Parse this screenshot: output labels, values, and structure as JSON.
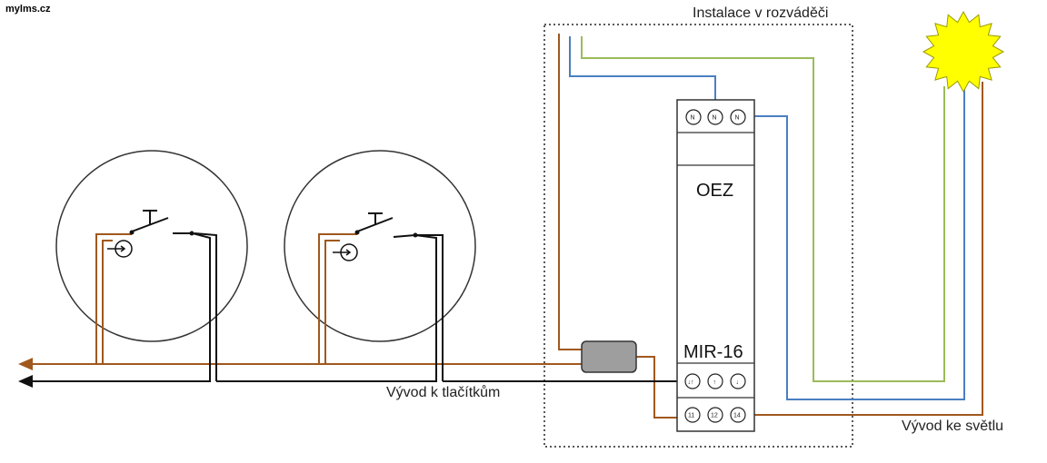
{
  "labels": {
    "site": "mylms.cz",
    "cabinet_title": "Instalace v rozváděči",
    "output_buttons": "Vývod k tlačítkům",
    "output_light": "Vývod ke světlu"
  },
  "device": {
    "brand": "OEZ",
    "model": "MIR-16",
    "top_terminals": [
      "N",
      "N",
      "N"
    ],
    "control_terminals": [
      "↓↑",
      "↑",
      "↓"
    ],
    "output_terminals": [
      "11",
      "12",
      "14"
    ]
  },
  "colors": {
    "phase": "#a0581e",
    "neutral": "#4a7fc1",
    "earth": "#9bbb59",
    "control": "#111111",
    "lamp": "#ffff00"
  },
  "icons": {
    "lamp": "sun-icon",
    "button": "push-button-icon",
    "indicator": "glow-lamp-icon"
  }
}
